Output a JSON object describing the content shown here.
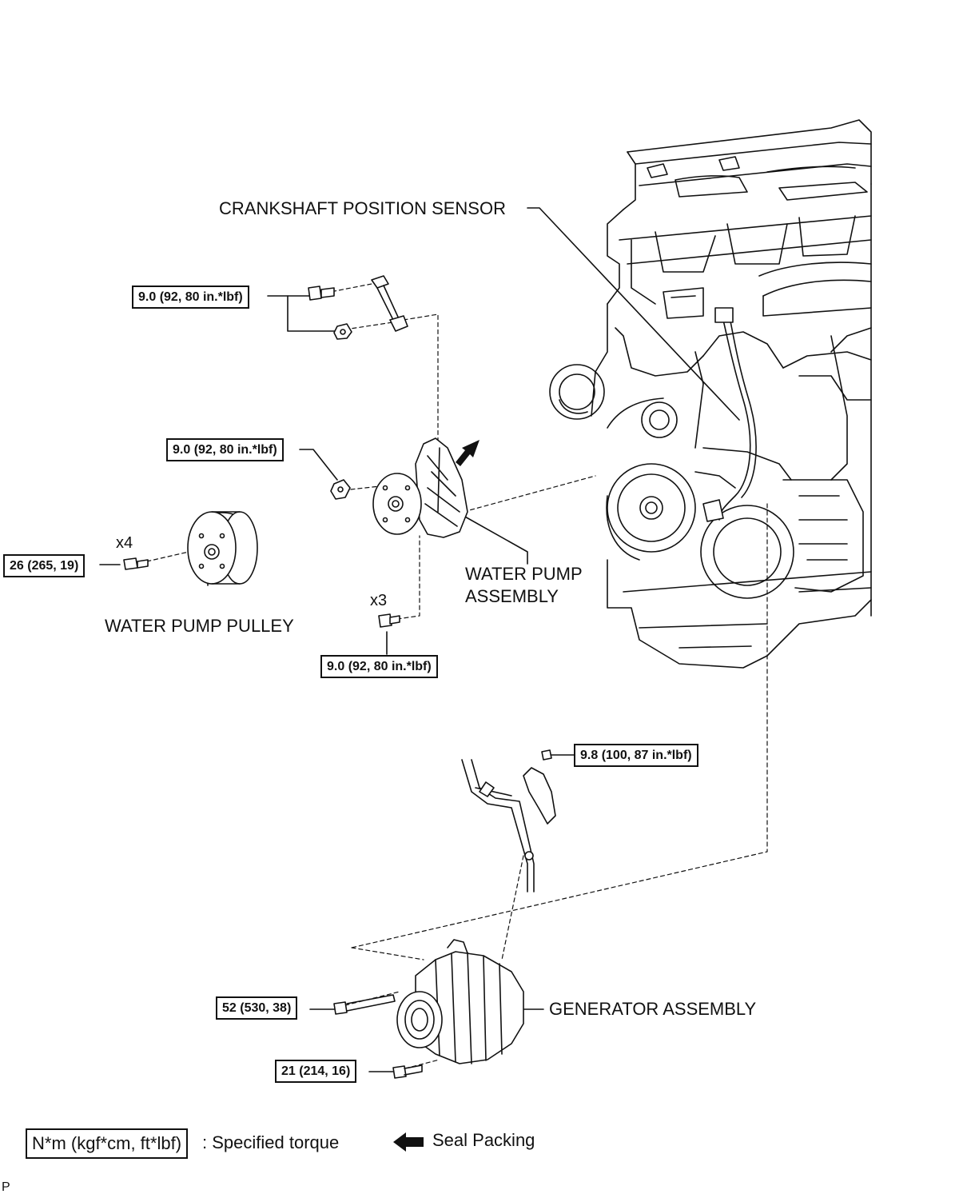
{
  "labels": {
    "crankshaft_sensor": "CRANKSHAFT POSITION SENSOR",
    "water_pump_line1": "WATER PUMP",
    "water_pump_line2": "ASSEMBLY",
    "water_pump_pulley": "WATER PUMP PULLEY",
    "generator": "GENERATOR ASSEMBLY"
  },
  "torques": {
    "bracket": "9.0 (92, 80 in.*lbf)",
    "pump_nut": "9.0 (92, 80 in.*lbf)",
    "pulley_bolt": "26 (265, 19)",
    "pump_bolts": "9.0 (92, 80 in.*lbf)",
    "wire_nut": "9.8 (100, 87 in.*lbf)",
    "gen_upper": "52 (530, 38)",
    "gen_lower": "21 (214, 16)"
  },
  "quantities": {
    "pulley_bolts": "x4",
    "pump_bolts": "x3"
  },
  "legend": {
    "unit_box": "N*m (kgf*cm, ft*lbf)",
    "unit_text": ": Specified torque",
    "seal_text": "Seal Packing"
  },
  "corner_mark": "P"
}
